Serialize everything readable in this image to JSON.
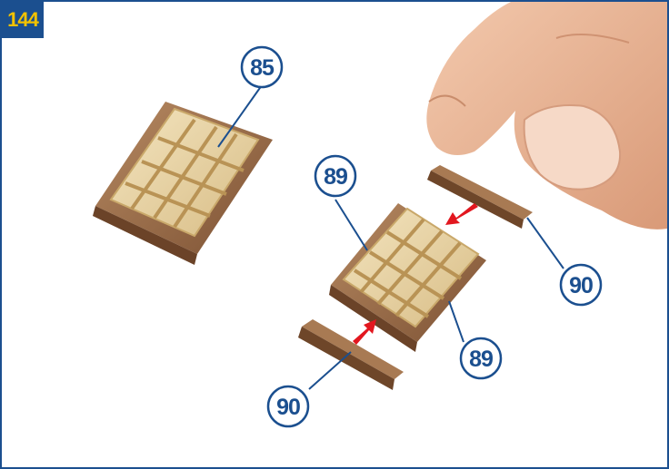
{
  "step": {
    "number": "144"
  },
  "callouts": [
    {
      "id": "a",
      "label": "85"
    },
    {
      "id": "b",
      "label": "89"
    },
    {
      "id": "c",
      "label": "89"
    },
    {
      "id": "d",
      "label": "90"
    },
    {
      "id": "e",
      "label": "90"
    }
  ],
  "colors": {
    "frame_border": "#1b4f8f",
    "badge_bg": "#1b4f8f",
    "badge_text": "#f2c200",
    "callout": "#1b4f8f",
    "arrow": "#e2171f",
    "wood_dark": "#8a5e3b",
    "wood_light": "#e8d3a4"
  },
  "icons": [
    "arrow-right-icon",
    "hand-illustration",
    "window-frame-illustration",
    "wood-strip-illustration"
  ]
}
